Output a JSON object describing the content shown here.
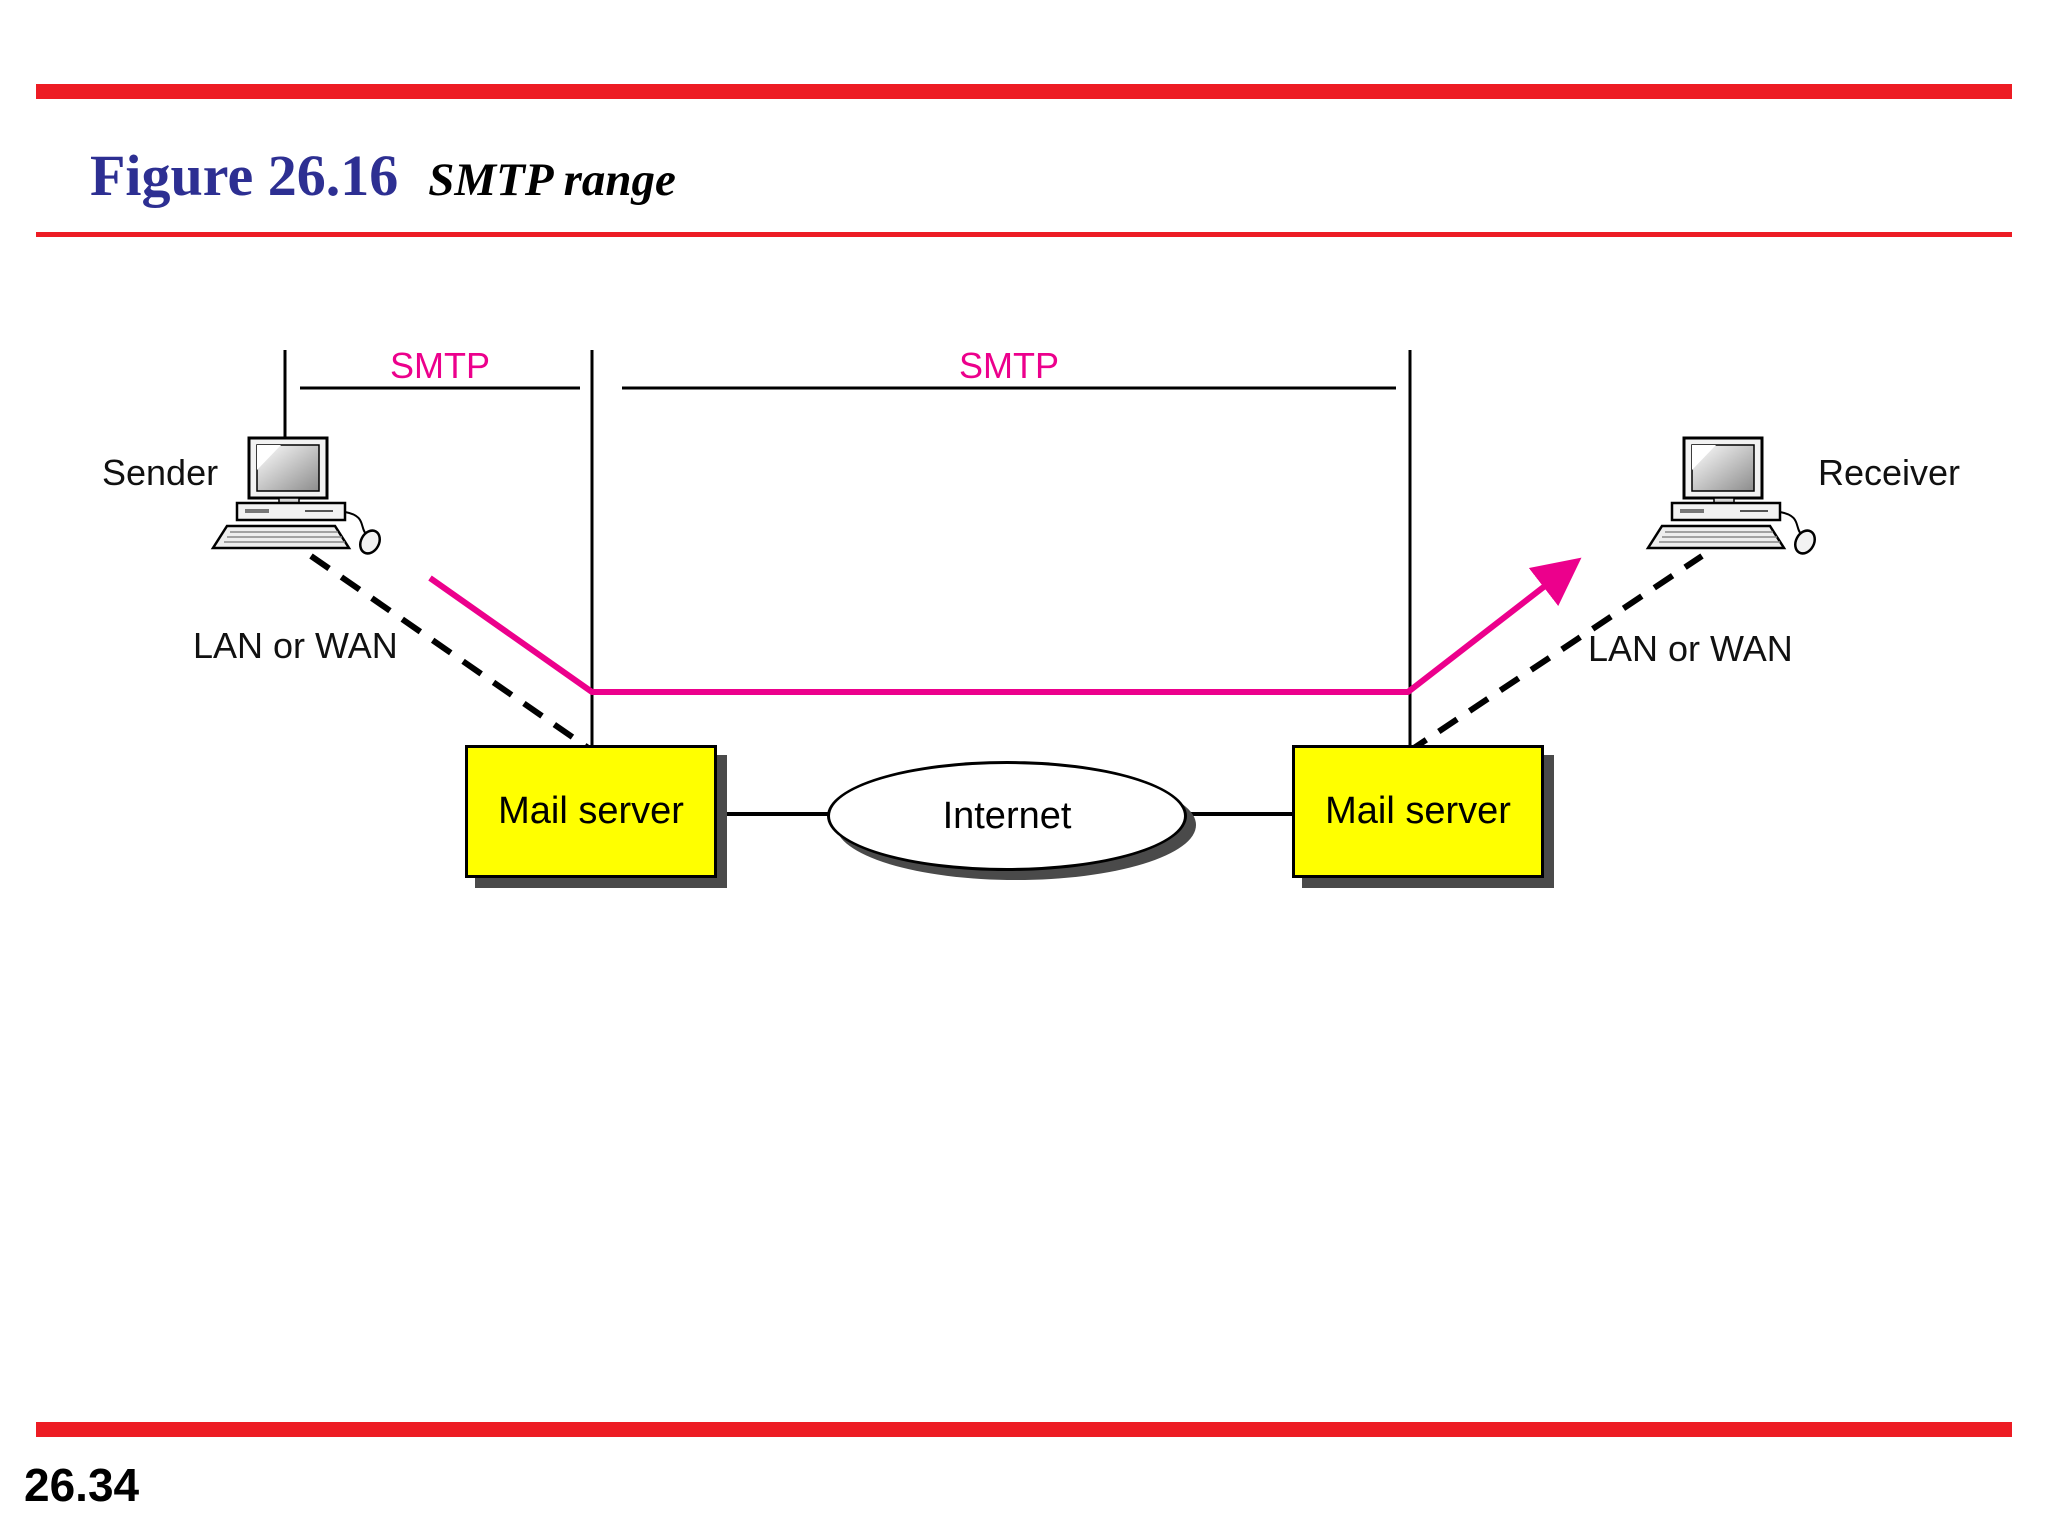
{
  "slide": {
    "figure_label": "Figure 26.16",
    "figure_title": "SMTP range",
    "page_number": "26.34"
  },
  "diagram": {
    "smtp_range_left": "SMTP",
    "smtp_range_right": "SMTP",
    "sender": "Sender",
    "receiver": "Receiver",
    "lan_or_wan_left": "LAN or WAN",
    "lan_or_wan_right": "LAN or WAN",
    "mail_server_left": "Mail server",
    "mail_server_right": "Mail server",
    "internet": "Internet"
  },
  "icons": {
    "sender_icon": "desktop-computer",
    "receiver_icon": "desktop-computer"
  },
  "colors": {
    "accent_red": "#ed1c24",
    "title_blue": "#2d2f92",
    "smtp_magenta": "#ec008c",
    "server_yellow": "#ffff00",
    "shadow_gray": "#4a4a4a"
  }
}
